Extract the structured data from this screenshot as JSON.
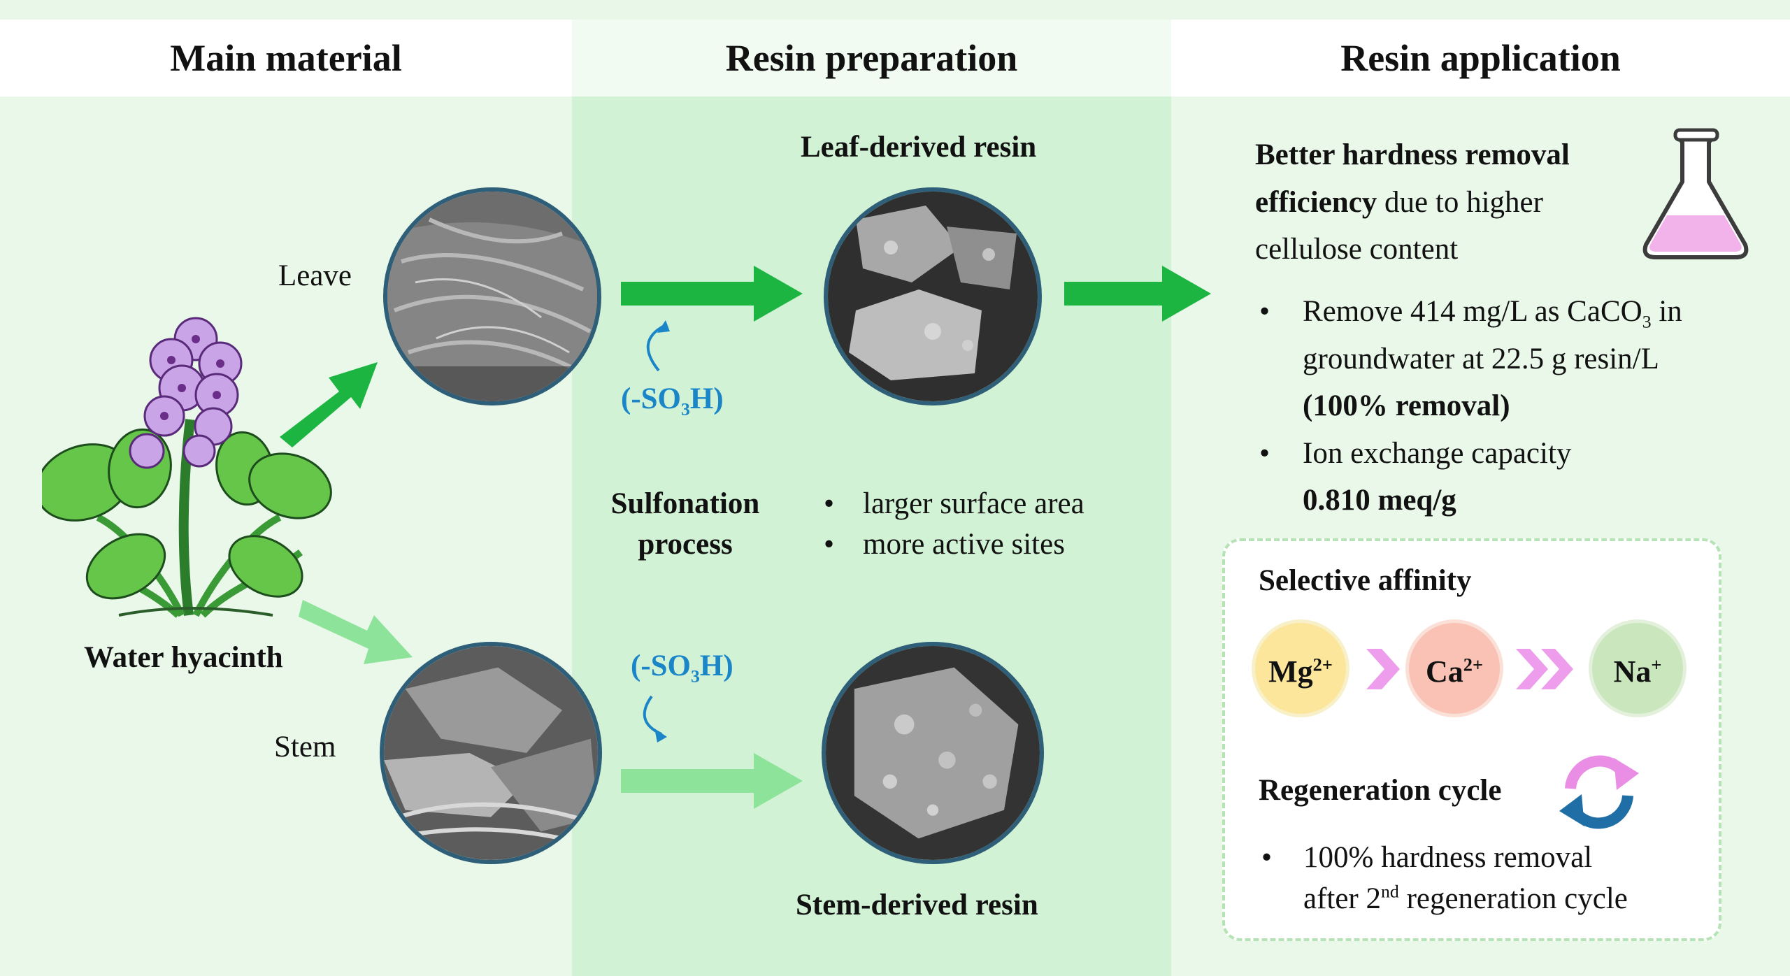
{
  "headers": {
    "main_material": "Main material",
    "resin_preparation": "Resin preparation",
    "resin_application": "Resin application"
  },
  "main_material": {
    "plant_label": "Water hyacinth",
    "leave_label": "Leave",
    "stem_label": "Stem"
  },
  "preparation": {
    "leaf_resin_label": "Leaf-derived resin",
    "stem_resin_label": "Stem-derived resin",
    "reagent_prefix": "(-SO",
    "reagent_sub": "3",
    "reagent_suffix": "H)",
    "process_line1": "Sulfonation",
    "process_line2": "process",
    "effects": [
      "larger surface area",
      "more active sites"
    ]
  },
  "application": {
    "summary_bold1": "Better hardness removal",
    "summary_bold2": "efficiency",
    "summary_rest1": " due to higher",
    "summary_rest2": "cellulose content",
    "bullet1_a": "Remove 414 mg/L as CaCO",
    "bullet1_sub": "3",
    "bullet1_b": " in",
    "bullet1_c": "groundwater at 22.5 g resin/L",
    "bullet1_d": "(100% removal)",
    "bullet2_a": "Ion exchange capacity",
    "bullet2_b": "0.810 meq/g",
    "affinity_title": "Selective affinity",
    "ions": [
      {
        "symbol": "Mg",
        "charge": "2+"
      },
      {
        "symbol": "Ca",
        "charge": "2+"
      },
      {
        "symbol": "Na",
        "charge": "+"
      }
    ],
    "regen_title": "Regeneration cycle",
    "regen_a": "100% hardness removal",
    "regen_b": "after 2",
    "regen_sup": "nd",
    "regen_c": " regeneration cycle"
  },
  "colors": {
    "dark_green_arrow": "#1db541",
    "light_green_arrow": "#8de39a",
    "reagent_blue": "#1a86c8",
    "circle_border": "#2f5f78",
    "mg_fill": "#fbe69b",
    "ca_fill": "#f9c2b4",
    "na_fill": "#c9e6bd",
    "chevron_pink": "#ee9cec"
  }
}
